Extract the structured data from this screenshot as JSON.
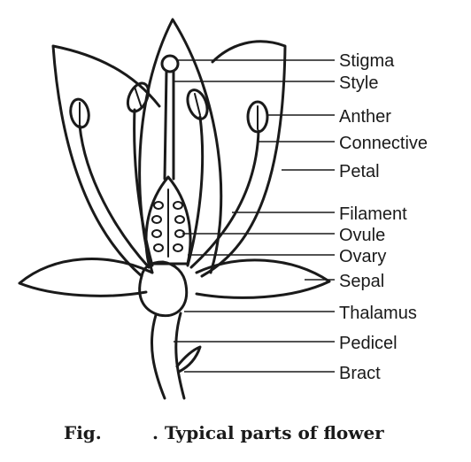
{
  "labels": {
    "stigma": "Stigma",
    "style": "Style",
    "anther": "Anther",
    "connective": "Connective",
    "petal": "Petal",
    "filament": "Filament",
    "ovule": "Ovule",
    "ovary": "Ovary",
    "sepal": "Sepal",
    "thalamus": "Thalamus",
    "pedicel": "Pedicel",
    "bract": "Bract"
  },
  "caption": {
    "prefix": "Fig.",
    "text": ". Typical parts of flower"
  },
  "colors": {
    "ink": "#1a1a1a",
    "background": "#ffffff"
  }
}
